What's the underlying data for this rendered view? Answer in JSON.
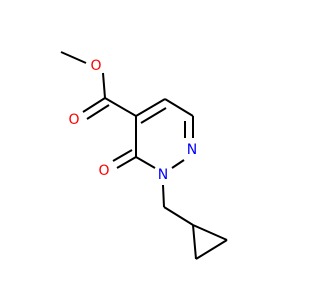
{
  "molecule": {
    "atoms": {
      "O_ether": {
        "symbol": "O",
        "color": "#FF0000"
      },
      "O_carbonyl_ester": {
        "symbol": "O",
        "color": "#FF0000"
      },
      "O_ring_carbonyl": {
        "symbol": "O",
        "color": "#FF0000"
      },
      "N_ring_upper": {
        "symbol": "N",
        "color": "#0000FF"
      },
      "N_ring_lower": {
        "symbol": "N",
        "color": "#0000FF"
      }
    },
    "colors": {
      "bond": "#000000",
      "oxygen": "#FF0000",
      "nitrogen": "#0000FF"
    }
  }
}
